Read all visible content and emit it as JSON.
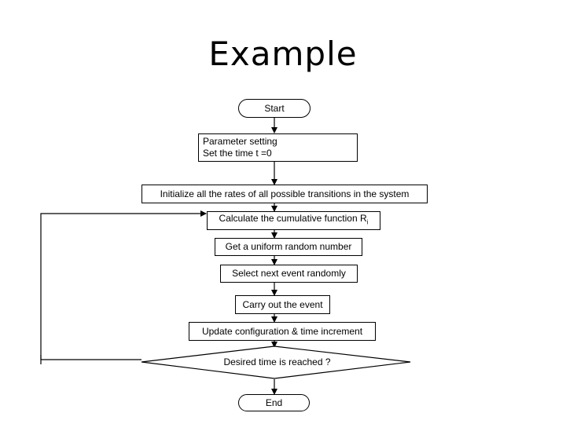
{
  "title": "Example",
  "nodes": {
    "start": "Start",
    "param_line1": "Parameter setting",
    "param_line2": "Set the time t =0",
    "initialize": "Initialize all the  rates of all possible transitions in the system",
    "calculate": "Calculate the cumulative function R",
    "calculate_sub": "i",
    "uniform": "Get a uniform random number",
    "select": "Select next event  randomly",
    "carry": "Carry out the event",
    "update": "Update configuration & time increment",
    "decision": "Desired time is reached ?",
    "end": "End"
  }
}
